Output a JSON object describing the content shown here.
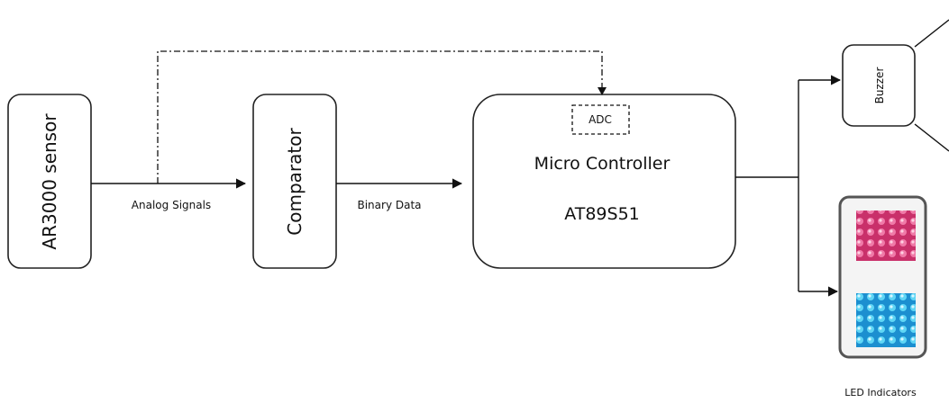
{
  "blocks": {
    "sensor": "AR3000 sensor",
    "comparator": "Comparator",
    "mcu_line1": "Micro Controller",
    "mcu_line2": "AT89S51",
    "adc": "ADC",
    "buzzer": "Buzzer"
  },
  "labels": {
    "analog": "Analog Signals",
    "binary": "Binary Data",
    "led": "LED Indicators"
  },
  "colors": {
    "led_red": "#d8457a",
    "led_blue": "#2bb8e8",
    "outline": "#222222"
  }
}
